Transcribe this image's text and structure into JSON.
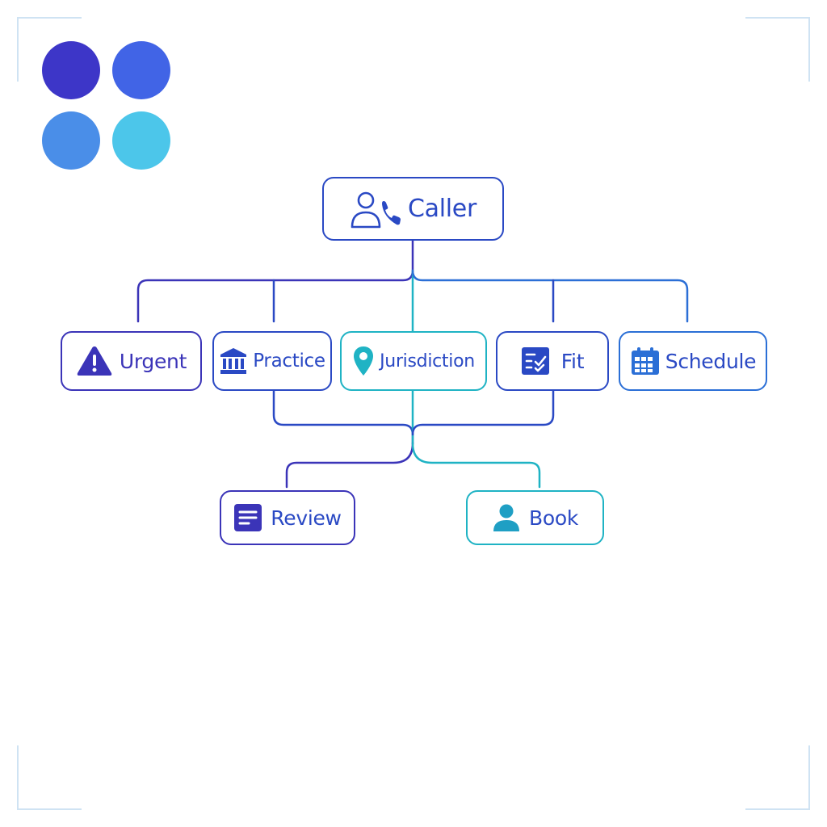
{
  "colors": {
    "indigo": "#3b34b8",
    "royal": "#2a49c4",
    "teal": "#1fb3c4",
    "sky": "#2b6fd6",
    "dot_1": "#3d36c8",
    "dot_2": "#4164e6",
    "dot_3": "#4a8ee8",
    "dot_4": "#4cc6ea",
    "corner": "#cfe3f3"
  },
  "diagram": {
    "root": {
      "label": "Caller",
      "icon": "caller-phone-icon"
    },
    "categories": [
      {
        "label": "Urgent",
        "icon": "warning-icon"
      },
      {
        "label": "Practice",
        "icon": "bank-icon"
      },
      {
        "label": "Jurisdiction",
        "icon": "location-pin-icon"
      },
      {
        "label": "Fit",
        "icon": "checklist-icon"
      },
      {
        "label": "Schedule",
        "icon": "calendar-icon"
      }
    ],
    "outcomes": [
      {
        "label": "Review",
        "icon": "document-icon"
      },
      {
        "label": "Book",
        "icon": "person-icon"
      }
    ]
  }
}
